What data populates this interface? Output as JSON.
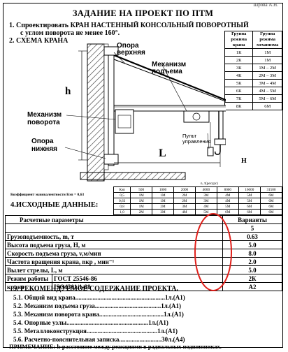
{
  "header": {
    "author_name": "Шрова А.Н."
  },
  "title": "ЗАДАНИЕ НА ПРОЕКТ ПО ПТМ",
  "task": {
    "line1": "1. Спроектировать КРАН НАСТЕННЫЙ КОНСОЛЬНЫЙ ПОВОРОТНЫЙ",
    "line2": "с углом поворота не менее 160°.",
    "line3": "2. СХЕМА КРАНА"
  },
  "groups_table": {
    "header": [
      "Группа режима крана",
      "Группа режима механизма"
    ],
    "rows": [
      [
        "1К",
        "1М"
      ],
      [
        "2К",
        "1М"
      ],
      [
        "3К",
        "1М – 2М"
      ],
      [
        "4К",
        "2М – 3М"
      ],
      [
        "5К",
        "3М – 4М"
      ],
      [
        "6К",
        "4М – 5М"
      ],
      [
        "7К",
        "5М – 6М"
      ],
      [
        "8К",
        "6М"
      ]
    ]
  },
  "diagram": {
    "label_support_top": "Опора верхняя",
    "label_lift": "Механизм подъема",
    "label_h": "h",
    "label_rotation": "Механизм поворота",
    "label_support_bottom": "Опора нижняя",
    "label_pendant": "Пульт управления",
    "label_L": "L",
    "label_H": "H"
  },
  "coef": {
    "label": "Коэффициент эквивалентности Кэп = 0,63",
    "units": "n, т(ресурс)",
    "header": [
      "Кэп",
      "500",
      "1000",
      "2000",
      "4000",
      "8000",
      "16000",
      "31500"
    ],
    "rows": [
      [
        "0,5",
        "1М",
        "1М",
        "2М",
        "3М",
        "4М",
        "5М",
        "6М"
      ],
      [
        "0,63",
        "1М",
        "1М",
        "2М",
        "3М",
        "4М",
        "5М",
        "6М"
      ],
      [
        "0,8",
        "1М",
        "2М",
        "3М",
        "4М",
        "5М",
        "6М",
        "6М"
      ],
      [
        "1,0",
        "2М",
        "3М",
        "4М",
        "5М",
        "6М",
        "6М",
        "6М"
      ]
    ]
  },
  "initial_data_title": "4.ИСХОДНЫЕ ДАННЫЕ:",
  "params": {
    "header_left": "Расчетные параметры",
    "header_right": "Варианты",
    "variant": "5",
    "rows": [
      {
        "name": "Грузоподъемность, m, т",
        "value": "0.63"
      },
      {
        "name": "Высота подъема груза, H, м",
        "value": "5.0"
      },
      {
        "name": "Скорость подъема груза, v,м/мин",
        "value": "8.0"
      },
      {
        "name": "Частота вращения крана, nкр , мин⁻¹",
        "value": "2.0"
      },
      {
        "name": "Вылет стрелы, L, м",
        "value": "5.0"
      }
    ],
    "mode_label": "Режим работы",
    "mode_label2": "крана",
    "mode_std1": "ГОСТ 25546-86",
    "mode_std2": "ISO4301/1-88",
    "mode_val1": "2К",
    "mode_val2": "A2"
  },
  "recommend": {
    "title": "5. РЕКОМЕНДУЕМОЕ СОДЕРЖАНИЕ ПРОЕКТА.",
    "items": [
      "5.1. Общий вид крана.........................................................1л.(A1)",
      "5.2. Механизм подъема груза..........................................1л.(A1)",
      "5.3. Механизм поворота крана.........................................1л.(A1)",
      "5.4. Опорные узлы....................................................1л.(A1)",
      "5.5. Металлоконструкция.............................................1л.(A1)",
      "5.6. Расчетно-пояснительная записка...........................30л.(A4)"
    ],
    "note": "ПРИМЕЧАНИЕ: h-расстояние между реакциями в радиальных подшипниках."
  }
}
